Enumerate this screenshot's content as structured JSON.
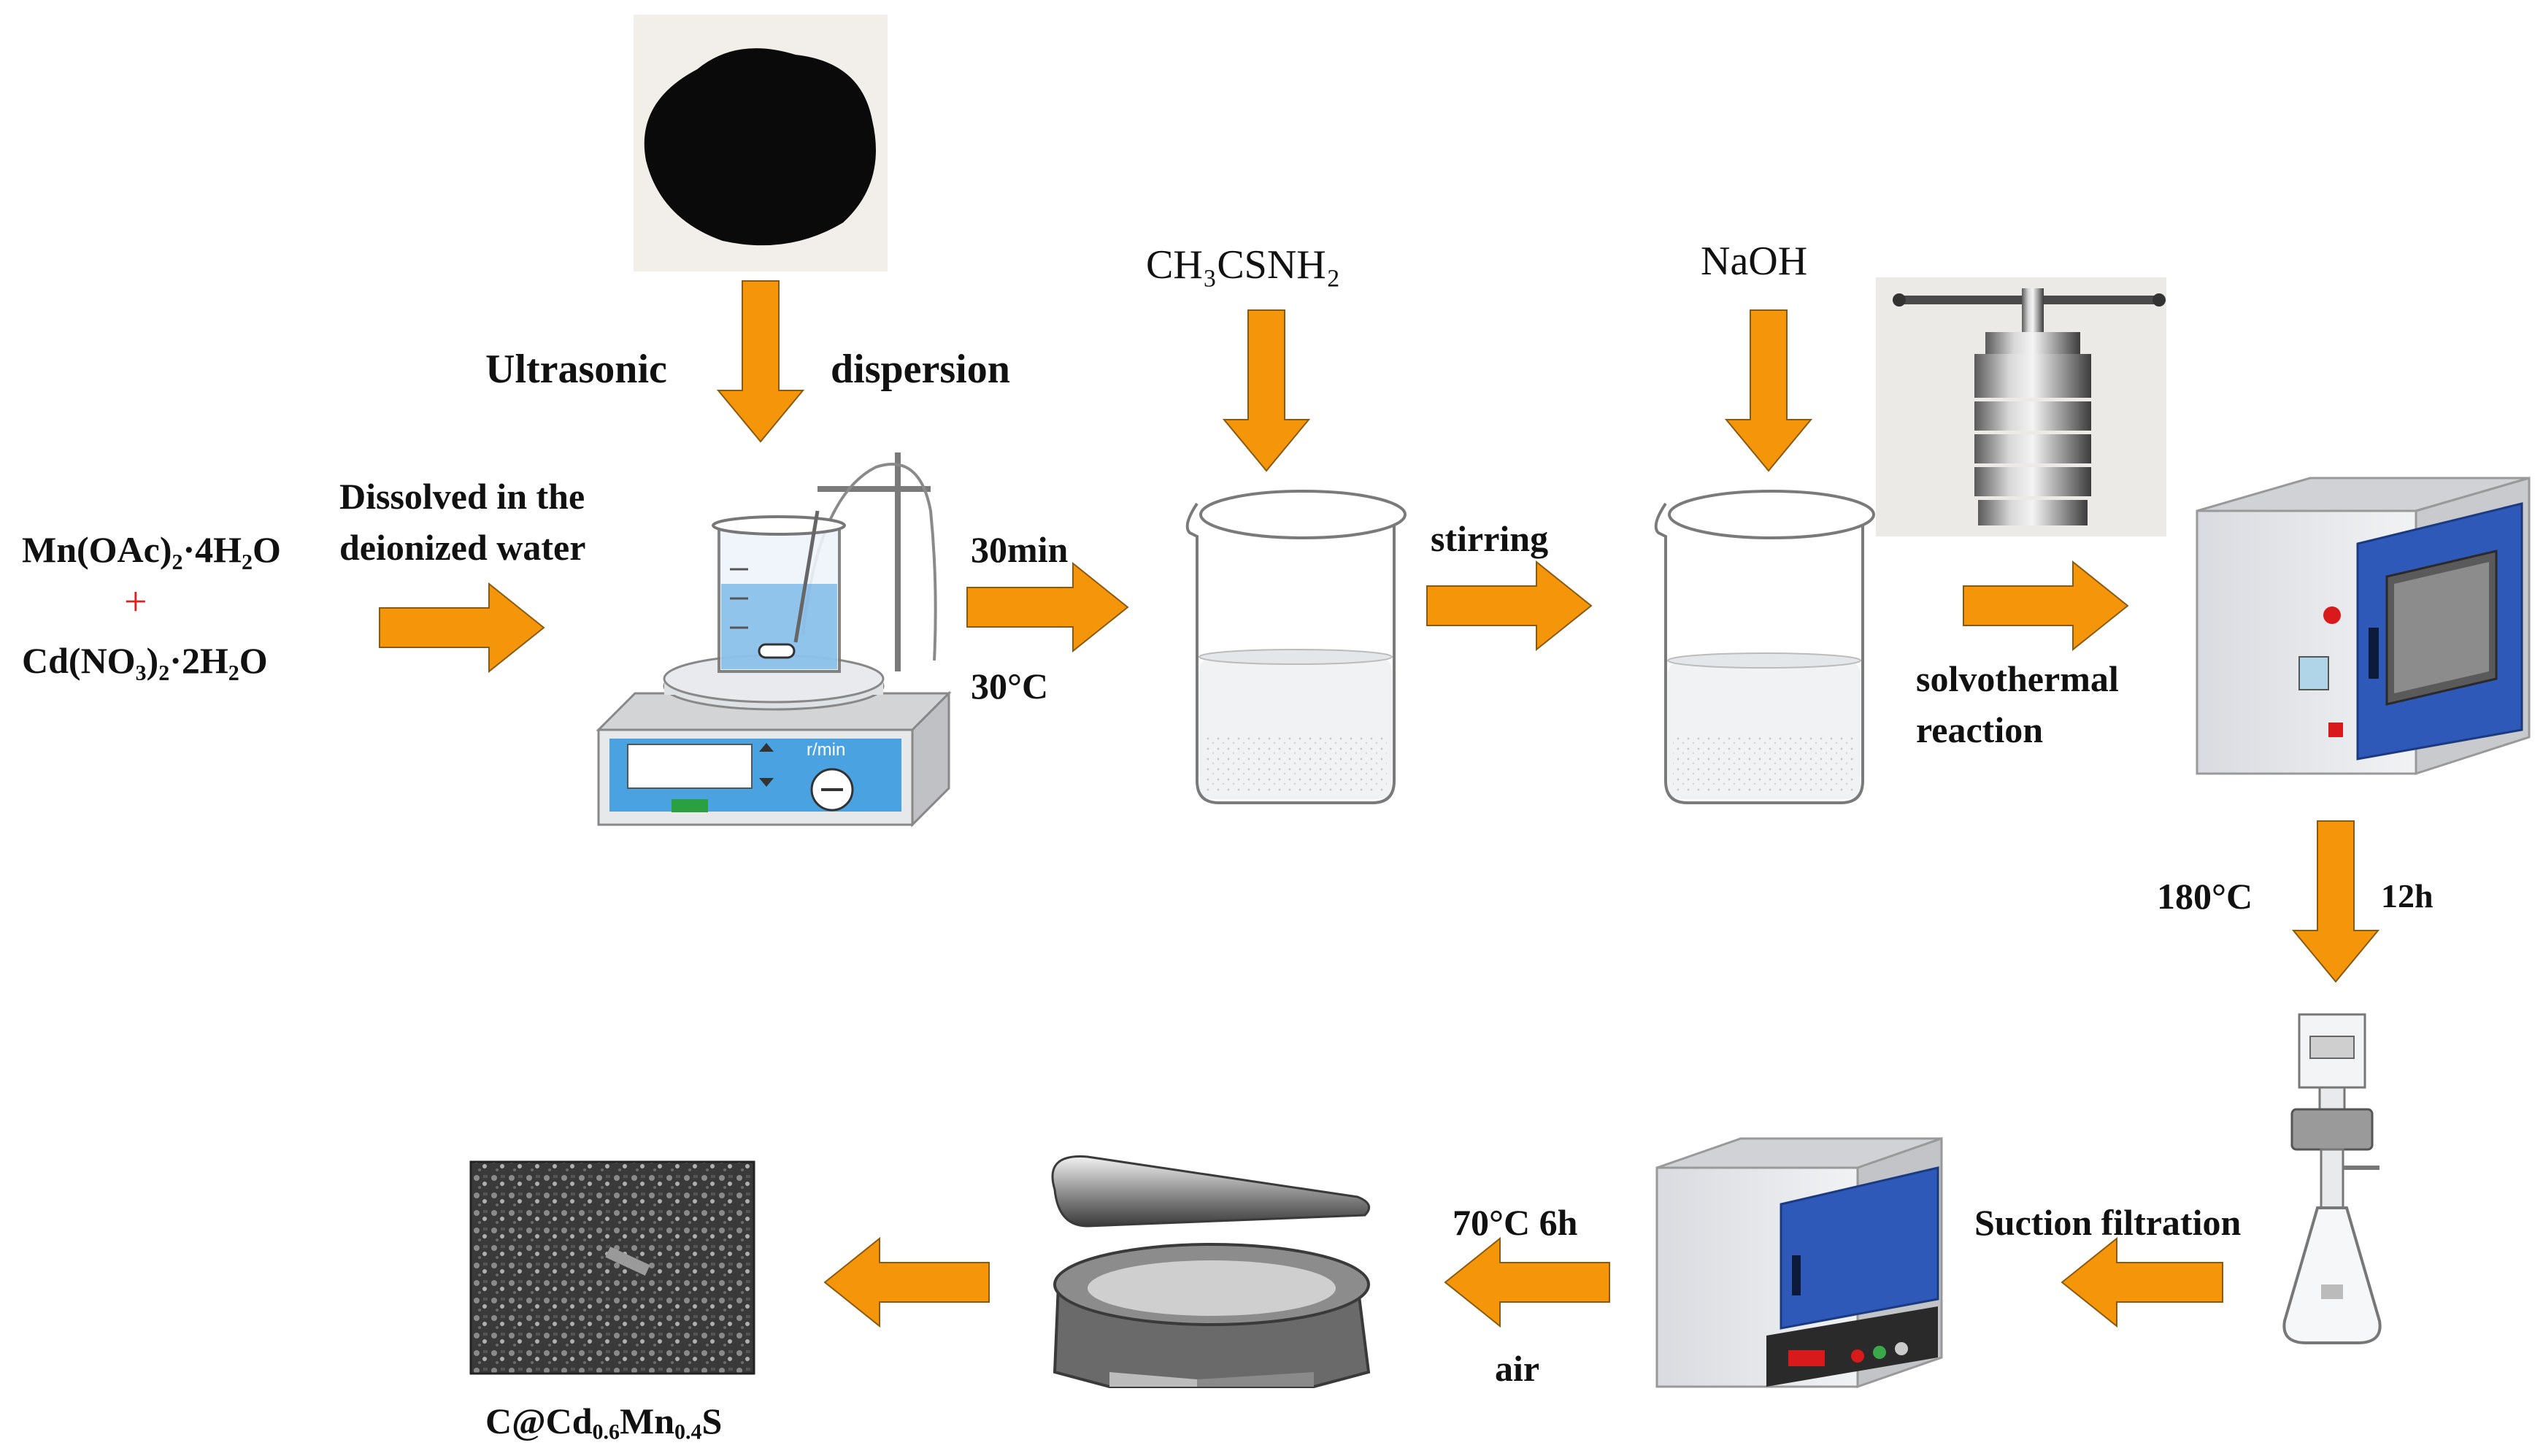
{
  "colors": {
    "arrow": "#f5960a",
    "plus": "#e02020",
    "oven_door": "#2f59b8",
    "oven_body": "#e4e6ea",
    "stirrer_display": "#4aa3e0",
    "carbon_powder": "#0a0a0a"
  },
  "labels": {
    "ultrasonic": "Ultrasonic",
    "dispersion": "dispersion",
    "dissolved_1": "Dissolved in the",
    "dissolved_2": "deionized water",
    "reagent_mn": "Mn(OAc)₂·4H₂O",
    "plus": "+",
    "reagent_cd": "Cd(NO₃)₂·2H₂O",
    "time_30min": "30min",
    "temp_30c": "30°C",
    "thioacetamide": "CH₃CSNH₂",
    "stirring": "stirring",
    "naoh": "NaOH",
    "solvothermal_1": "solvothermal",
    "solvothermal_2": "reaction",
    "temp_180c": "180°C",
    "time_12h": "12h",
    "suction_filtration": "Suction filtration",
    "drying_condition": "70°C 6h",
    "air": "air",
    "product_base": "C@Cd",
    "product_sub1": "0.6",
    "product_mid": "Mn",
    "product_sub2": "0.4",
    "product_end": "S"
  },
  "equipment": {
    "stirrer_unit": "r/min"
  },
  "icons": [
    "carbon-powder-photo",
    "magnetic-stirrer-icon",
    "beaker-icon",
    "autoclave-icon",
    "drying-oven-icon",
    "suction-filtration-flask-icon",
    "muffle-furnace-icon",
    "mortar-pestle-icon",
    "sem-image-icon"
  ]
}
